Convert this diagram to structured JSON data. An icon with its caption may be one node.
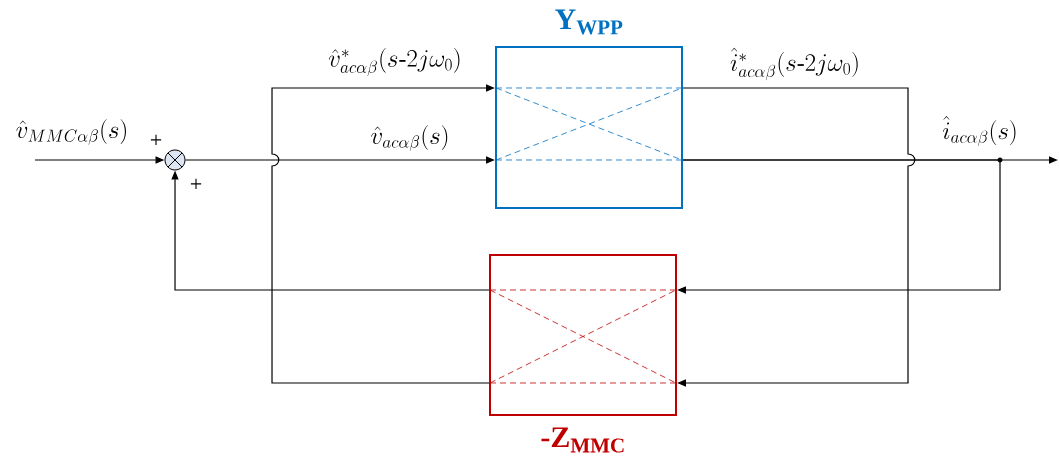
{
  "diagram": {
    "nodes": [
      {
        "text": [
          "Y$_{WPP}$"
        ]
      },
      {
        "text": [
          "-Z$_{MMC}$"
        ]
      },
      {
        "text": [],
        "shape": "circle"
      }
    ],
    "edges": [
      {
        "from": null,
        "to": 2,
        "arrow": "to",
        "label": "\\hat{v}_{MMC\\alpha\\beta}(s)"
      },
      {
        "from": 2,
        "to": 0,
        "arrow": "to",
        "label": "\\hat{v}_{ac\\alpha\\beta}(s)"
      },
      {
        "from": 1,
        "to": 0,
        "arrow": "to",
        "label": "\\hat{v}^{*}_{ac\\alpha\\beta}(s\\mbox{-}2j\\omega_0)"
      },
      {
        "from": 1,
        "to": 2,
        "arrow": "to"
      },
      {
        "from": 0,
        "to": null,
        "arrow": "to",
        "label": "\\hat{i}_{ac\\alpha\\beta}(s)"
      },
      {
        "from": 0,
        "to": 1,
        "arrow": "to"
      },
      {
        "from": 0,
        "to": 1,
        "arrow": "to",
        "label": "\\hat{i}^{*}_{ac\\alpha\\beta}(s\\mbox{-}2j\\omega_0)"
      }
    ],
    "labels": [
      "+",
      "+"
    ]
  }
}
